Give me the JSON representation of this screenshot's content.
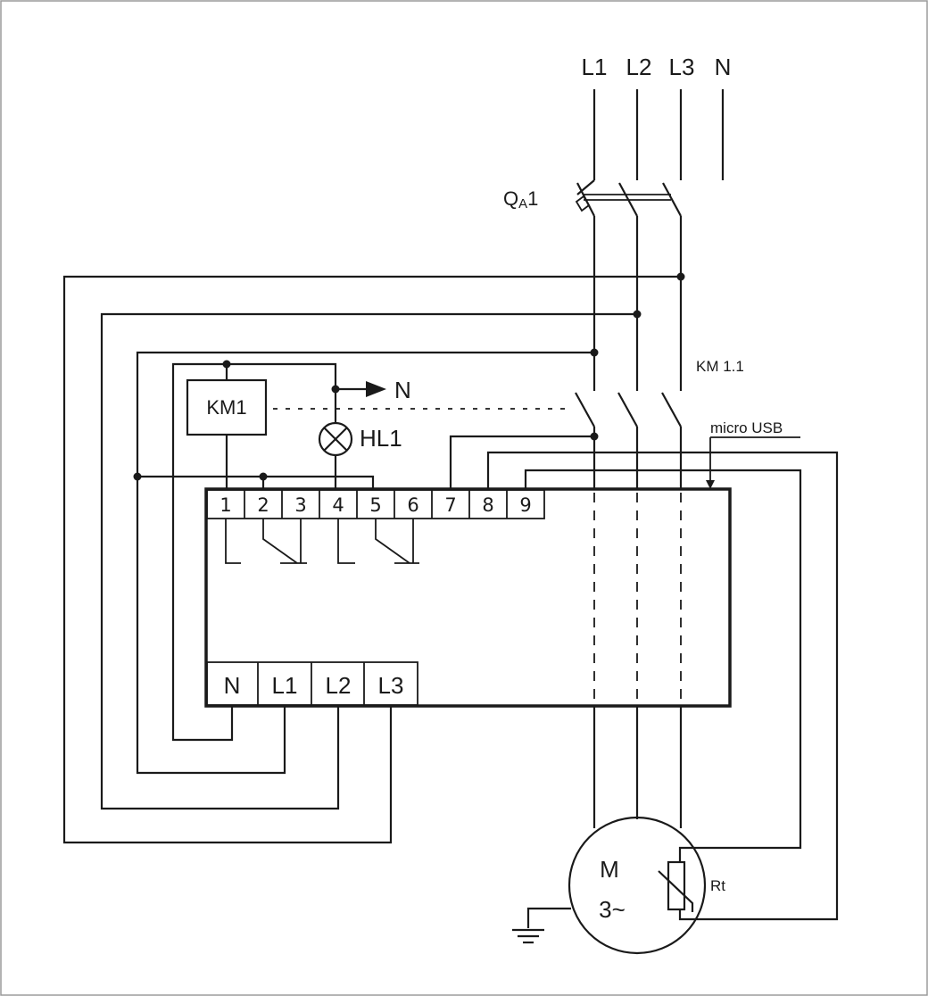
{
  "supply": {
    "l1": "L1",
    "l2": "L2",
    "l3": "L3",
    "n": "N"
  },
  "breaker": {
    "q": "Q",
    "sub": "A",
    "num": "1"
  },
  "contactor_contacts": "KM 1.1",
  "coil": "KM1",
  "lamp": "HL1",
  "neutral_arrow": "N",
  "usb": "micro USB",
  "top_terminals": [
    "1",
    "2",
    "3",
    "4",
    "5",
    "6",
    "7",
    "8",
    "9"
  ],
  "bottom_terminals": [
    "N",
    "L1",
    "L2",
    "L3"
  ],
  "motor": {
    "m": "M",
    "phase": "3~"
  },
  "thermistor": "Rt",
  "colors": {
    "line": "#1a1a1a",
    "frame": "#9a9a9a",
    "background": "#ffffff"
  }
}
